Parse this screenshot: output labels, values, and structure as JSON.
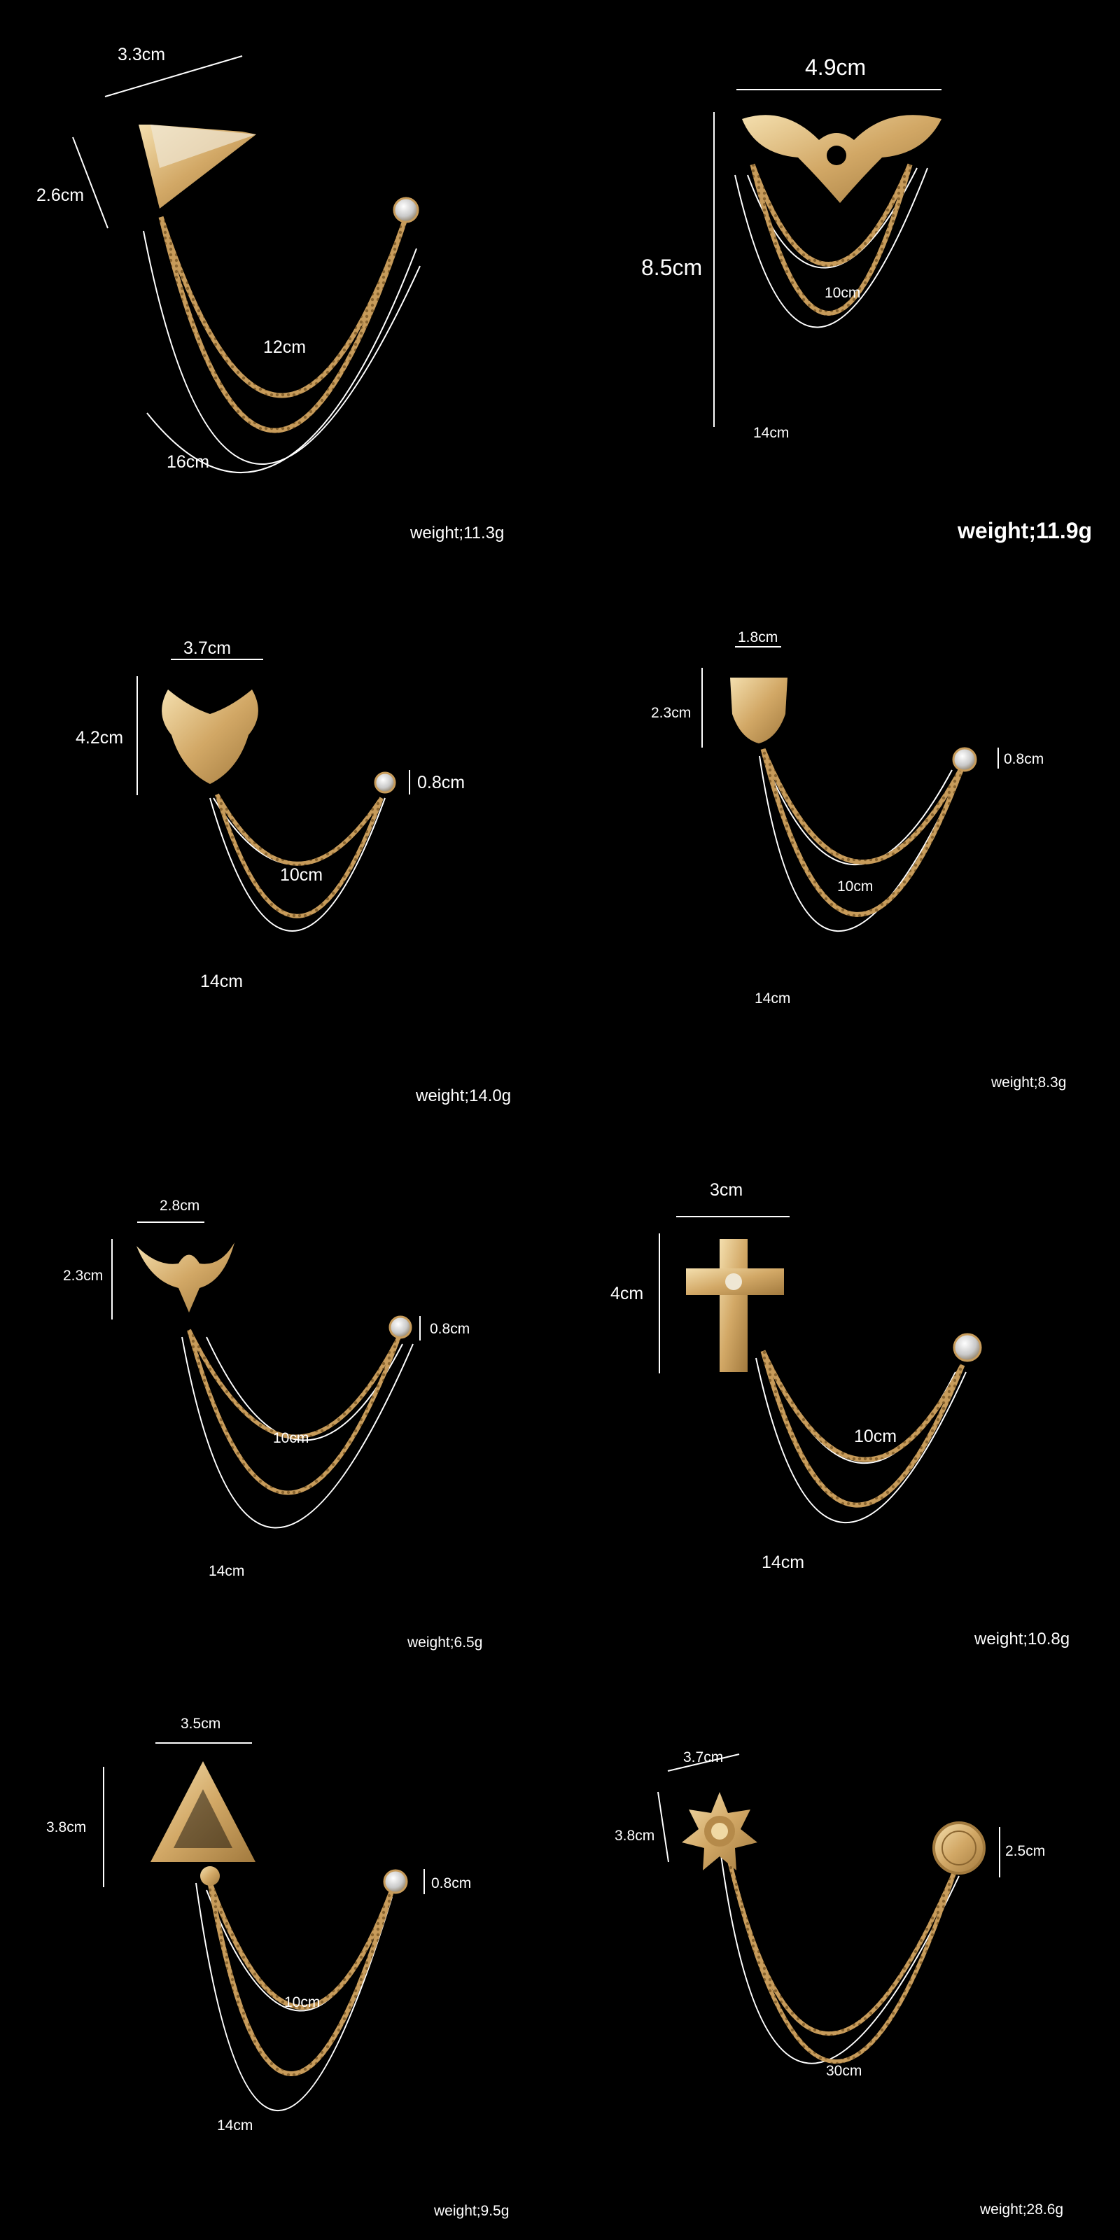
{
  "accent_gold": "#d9b57a",
  "background": "#000000",
  "items": [
    {
      "name": "paper plane brooch",
      "charm_icon": "paper-plane-icon",
      "width_label": "3.3cm",
      "height_label": "2.6cm",
      "inner_chain_label": "12cm",
      "outer_chain_label": "16cm",
      "weight_label": "weight;11.3g"
    },
    {
      "name": "eagle wings brooch",
      "charm_icon": "eagle-wings-icon",
      "width_label": "4.9cm",
      "height_label": "8.5cm",
      "inner_chain_label": "10cm",
      "outer_chain_label": "14cm",
      "weight_label": "weight;11.9g"
    },
    {
      "name": "deer head brooch",
      "charm_icon": "deer-head-icon",
      "width_label": "3.7cm",
      "height_label": "4.2cm",
      "stud_label": "0.8cm",
      "inner_chain_label": "10cm",
      "outer_chain_label": "14cm",
      "weight_label": "weight;14.0g"
    },
    {
      "name": "shield crest brooch",
      "charm_icon": "shield-icon",
      "width_label": "1.8cm",
      "height_label": "2.3cm",
      "stud_label": "0.8cm",
      "inner_chain_label": "10cm",
      "outer_chain_label": "14cm",
      "weight_label": "weight;8.3g"
    },
    {
      "name": "phoenix brooch",
      "charm_icon": "phoenix-icon",
      "width_label": "2.8cm",
      "height_label": "2.3cm",
      "stud_label": "0.8cm",
      "inner_chain_label": "10cm",
      "outer_chain_label": "14cm",
      "weight_label": "weight;6.5g"
    },
    {
      "name": "cross brooch",
      "charm_icon": "cross-icon",
      "width_label": "3cm",
      "height_label": "4cm",
      "inner_chain_label": "10cm",
      "outer_chain_label": "14cm",
      "weight_label": "weight;10.8g"
    },
    {
      "name": "filigree triangle brooch",
      "charm_icon": "triangle-filigree-icon",
      "width_label": "3.5cm",
      "height_label": "3.8cm",
      "stud_label": "0.8cm",
      "inner_chain_label": "10cm",
      "outer_chain_label": "14cm",
      "weight_label": "weight;9.5g"
    },
    {
      "name": "sun and coin brooch",
      "charm_icon": "sun-emblem-icon",
      "end_icon": "coin-icon",
      "width_label": "3.7cm",
      "height_label": "3.8cm",
      "end_label": "2.5cm",
      "chain_label": "30cm",
      "weight_label": "weight;28.6g"
    }
  ]
}
